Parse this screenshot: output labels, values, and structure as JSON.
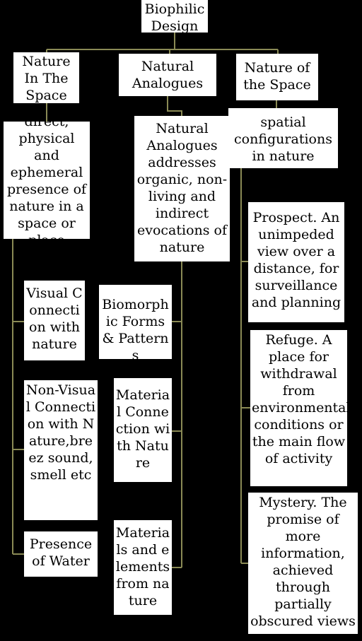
{
  "root": {
    "label": "Biophilic\nDesign"
  },
  "branches": {
    "nature_in_space": {
      "title": "Nature\nIn The\nSpace",
      "description": "direct, physical and ephemeral presence of nature in a space or place",
      "items": [
        "Visual Connection with nature",
        "Non-Visual Connection with Nature,breez sound,smell etc",
        "Presence of Water"
      ]
    },
    "natural_analogues": {
      "title": "Natural\nAnalogues",
      "description": "Natural Analogues addresses organic, non-living and indirect evocations of nature",
      "items": [
        "Biomorphic Forms & Patterns",
        "Material Connection with Nature",
        "Materials and elements from nature"
      ]
    },
    "nature_of_space": {
      "title": "Nature of\nthe Space",
      "description": "spatial configurations in nature",
      "items": [
        "Prospect. An unimpeded view over a distance, for surveillance and planning",
        "Refuge. A place for withdrawal from environmental conditions or the main flow of activity",
        "Mystery. The promise of more information, achieved through partially obscured views"
      ]
    }
  }
}
